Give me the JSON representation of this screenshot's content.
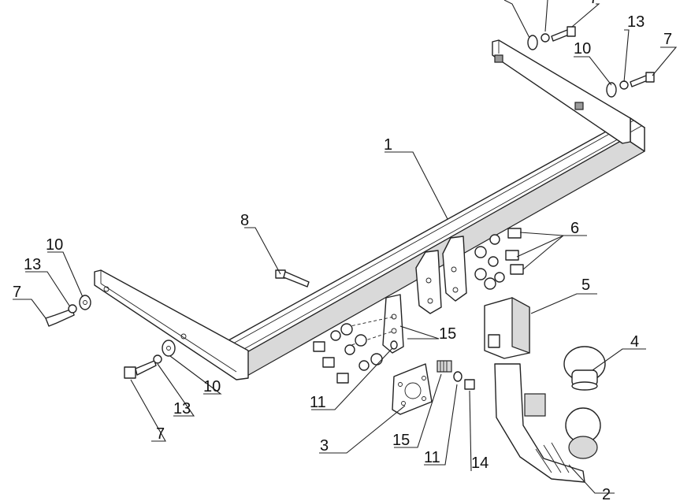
{
  "callouts": [
    {
      "id": "c1",
      "text": "1"
    },
    {
      "id": "c2",
      "text": "2"
    },
    {
      "id": "c3",
      "text": "3"
    },
    {
      "id": "c4",
      "text": "4"
    },
    {
      "id": "c5",
      "text": "5"
    },
    {
      "id": "c6",
      "text": "6"
    },
    {
      "id": "c7a",
      "text": "7"
    },
    {
      "id": "c7b",
      "text": "7"
    },
    {
      "id": "c7c",
      "text": "7"
    },
    {
      "id": "c7d",
      "text": "7"
    },
    {
      "id": "c8",
      "text": "8"
    },
    {
      "id": "c10a",
      "text": "10"
    },
    {
      "id": "c10b",
      "text": "10"
    },
    {
      "id": "c10c",
      "text": "10"
    },
    {
      "id": "c11a",
      "text": "11"
    },
    {
      "id": "c11b",
      "text": "11"
    },
    {
      "id": "c13a",
      "text": "13"
    },
    {
      "id": "c13b",
      "text": "13"
    },
    {
      "id": "c13c",
      "text": "13"
    },
    {
      "id": "c14",
      "text": "14"
    },
    {
      "id": "c15a",
      "text": "15"
    },
    {
      "id": "c15b",
      "text": "15"
    }
  ]
}
